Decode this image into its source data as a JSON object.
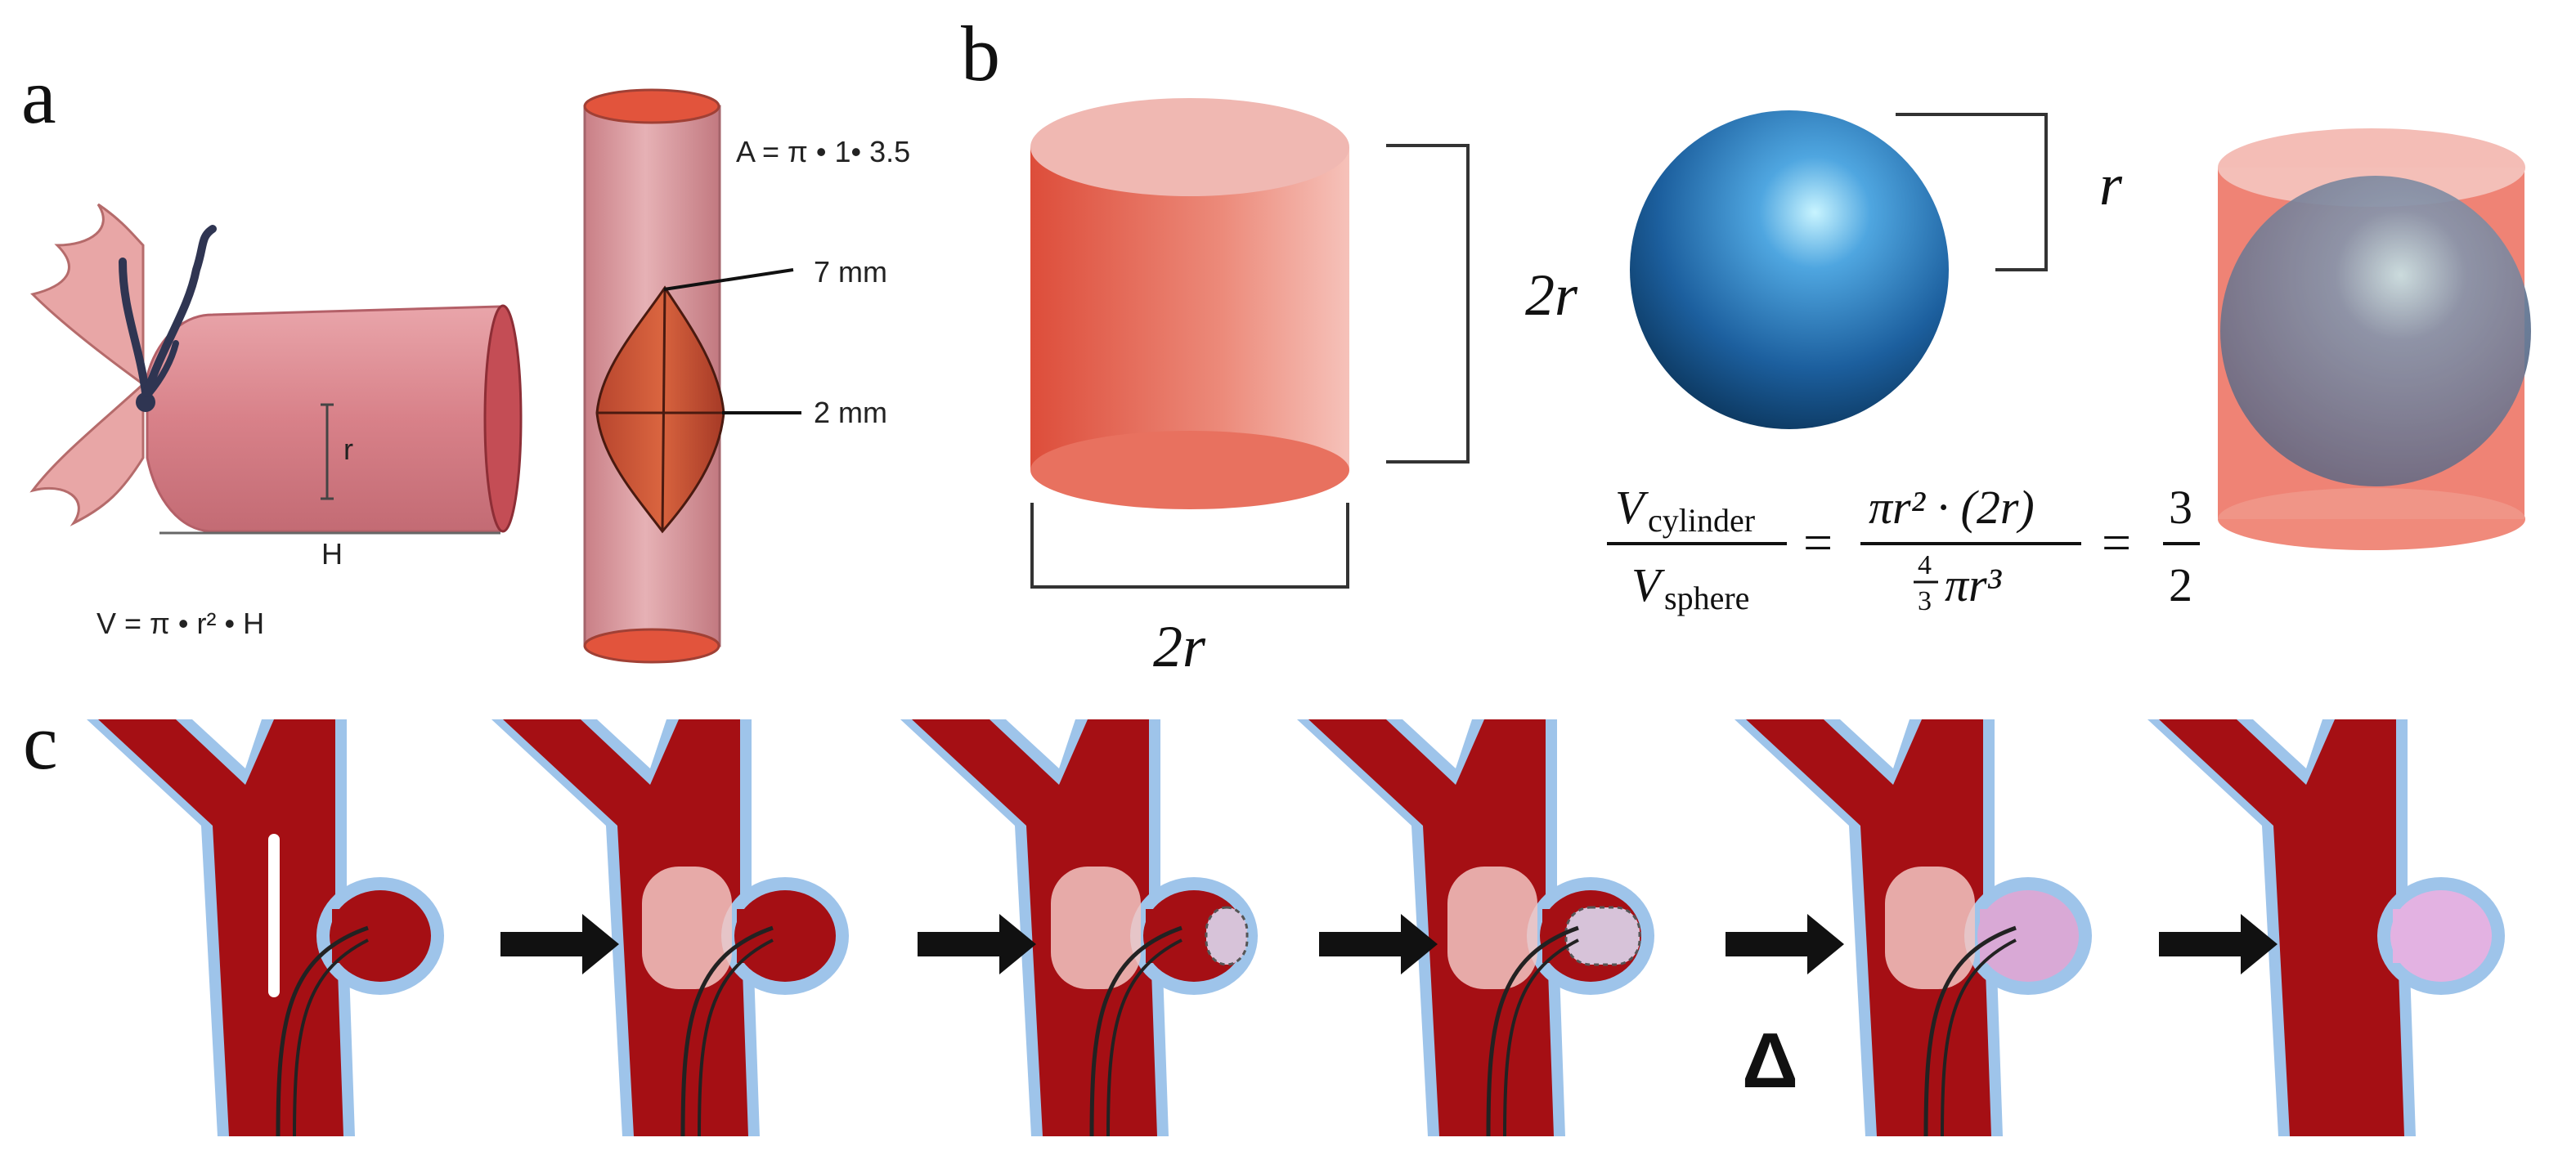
{
  "panel_a": {
    "letter": "a",
    "vessel_formula": "V = π • r² • H",
    "radius_label": "r",
    "height_label": "H",
    "area_formula": "A = π • 1• 3.5",
    "length_label": "7 mm",
    "width_label": "2 mm"
  },
  "panel_b": {
    "letter": "b",
    "cylinder_width_label": "2r",
    "cylinder_height_label": "2r",
    "sphere_radius_label": "r",
    "ratio": {
      "left_num": "V",
      "left_num_sub": "cylinder",
      "left_den": "V",
      "left_den_sub": "sphere",
      "equals": "=",
      "mid_num": "πr² · (2r)",
      "mid_den_frac_num": "4",
      "mid_den_frac_den": "3",
      "mid_den_rest": "πr³",
      "result_num": "3",
      "result_den": "2"
    }
  },
  "panel_c": {
    "letter": "c",
    "heat_symbol": "Δ",
    "steps": 6
  },
  "colors": {
    "vessel_red": "#a50f14",
    "vessel_wall": "#9ec4ea",
    "cylinder_red": "#e05a44",
    "sphere_blue": "#1f6fb5",
    "arrow": "#111111"
  }
}
